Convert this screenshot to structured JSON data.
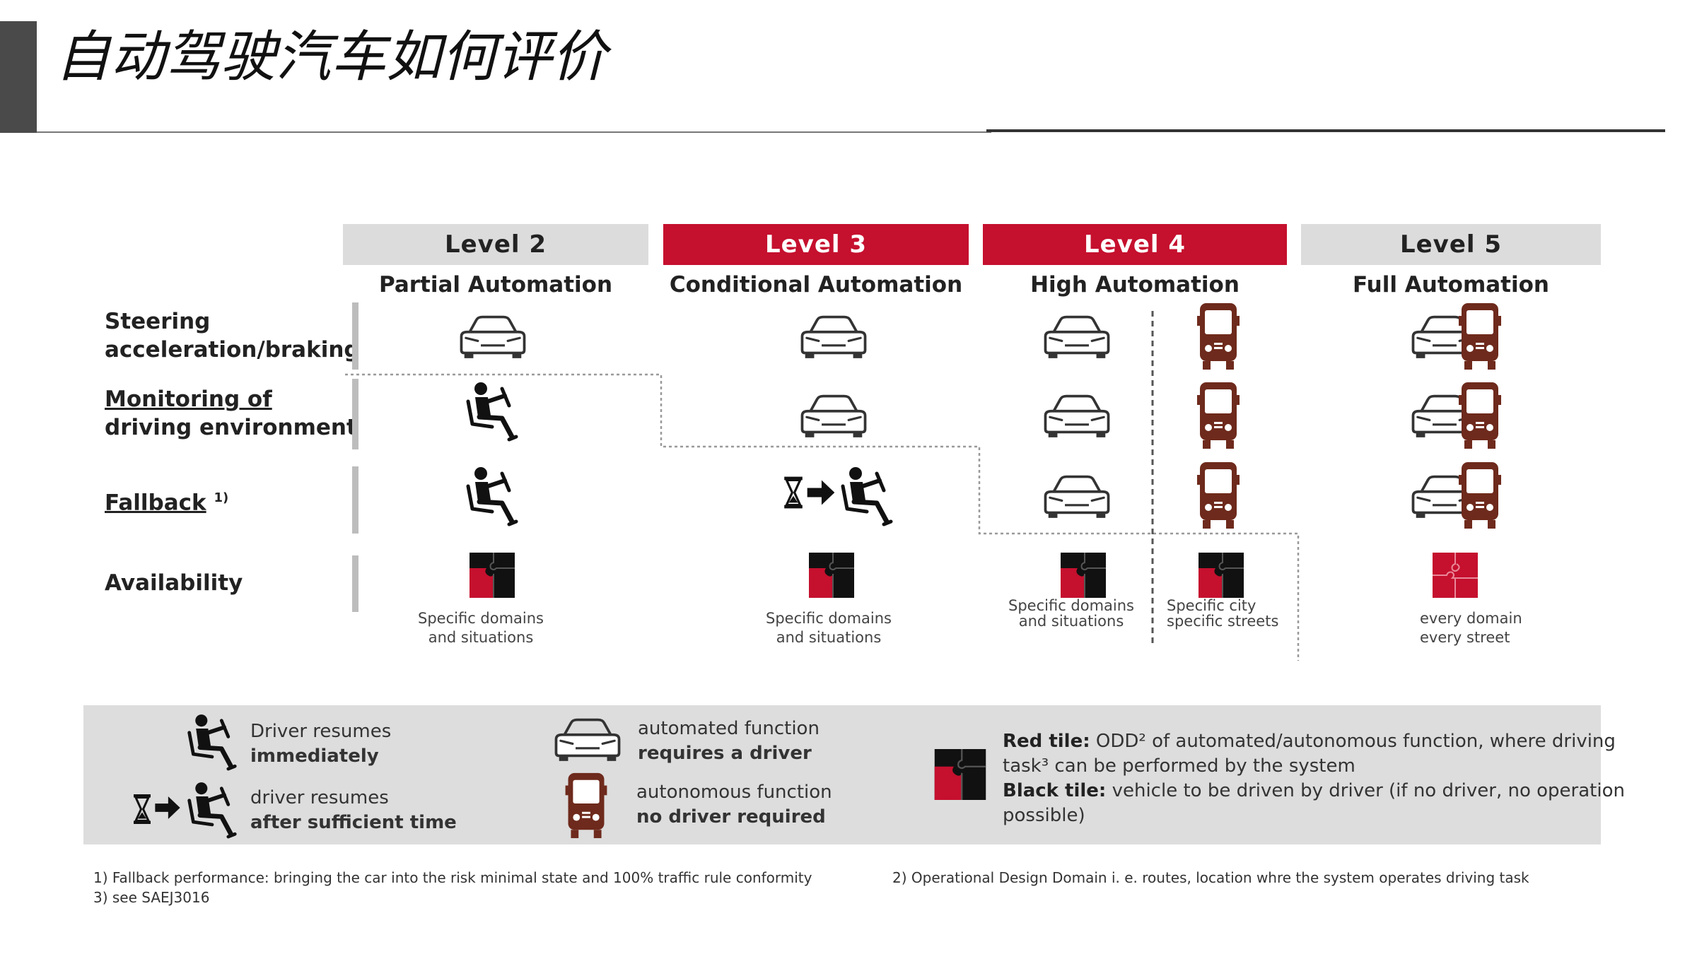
{
  "page": {
    "title": "自动驾驶汽车如何评价"
  },
  "levels": [
    {
      "label": "Level 2",
      "subtitle": "Partial Automation"
    },
    {
      "label": "Level 3",
      "subtitle": "Conditional Automation"
    },
    {
      "label": "Level 4",
      "subtitle": "High Automation"
    },
    {
      "label": "Level 5",
      "subtitle": "Full Automation"
    }
  ],
  "rows": {
    "steering": [
      "Steering",
      "acceleration/braking"
    ],
    "monitoring": [
      "Monitoring of",
      "driving environment"
    ],
    "fallback": "Fallback",
    "fallback_sup": "1)",
    "availability": "Availability"
  },
  "availability_captions": {
    "level2": [
      "Specific domains",
      "and situations"
    ],
    "level3": [
      "Specific domains",
      "and situations"
    ],
    "level4a": [
      "Specific domains",
      "and situations"
    ],
    "level4b": [
      "Specific city",
      "specific streets"
    ],
    "level5": [
      "every domain",
      "every street"
    ]
  },
  "legend": {
    "driver_immediate": [
      "Driver resumes",
      "immediately"
    ],
    "driver_time": [
      "driver resumes",
      "after sufficient time"
    ],
    "car": [
      "automated function",
      "requires a driver"
    ],
    "bus": [
      "autonomous function",
      "no driver required"
    ],
    "red_tile_label": "Red tile:",
    "red_tile_text": " ODD² of automated/autonomous function, where driving",
    "red_tile_text2": "task³ can be performed by the system",
    "black_tile_label": "Black tile:",
    "black_tile_text": " vehicle to be driven by driver (if no driver, no operation",
    "black_tile_text2": "possible)"
  },
  "footnotes": {
    "f1": "1) Fallback performance: bringing the car into the risk minimal state and 100% traffic rule conformity",
    "f2": "2) Operational Design Domain i. e. routes, location whre the system operates driving task",
    "f3": "3) see SAEJ3016"
  },
  "colors": {
    "accent_red": "#c5102e",
    "bus_brown": "#6e2a1c",
    "header_grey": "#dcdcdc",
    "legend_grey": "#dddddd"
  },
  "icons": {
    "car": "car-icon",
    "bus": "bus-icon",
    "driver": "driver-icon",
    "hourglass": "hourglass-icon",
    "tile": "puzzle-tile-icon"
  }
}
